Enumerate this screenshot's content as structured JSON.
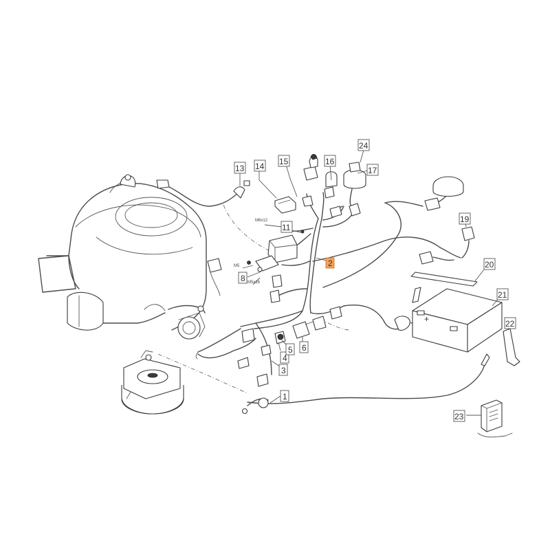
{
  "callouts": [
    {
      "id": "c1",
      "label": "1",
      "highlighted": false
    },
    {
      "id": "c2",
      "label": "2",
      "highlighted": true
    },
    {
      "id": "c3",
      "label": "3",
      "highlighted": false
    },
    {
      "id": "c4",
      "label": "4",
      "highlighted": false
    },
    {
      "id": "c5",
      "label": "5",
      "highlighted": false
    },
    {
      "id": "c6",
      "label": "6",
      "highlighted": false
    },
    {
      "id": "c8",
      "label": "8",
      "highlighted": false
    },
    {
      "id": "c11",
      "label": "11",
      "highlighted": false
    },
    {
      "id": "c13",
      "label": "13",
      "highlighted": false
    },
    {
      "id": "c14",
      "label": "14",
      "highlighted": false
    },
    {
      "id": "c15",
      "label": "15",
      "highlighted": false
    },
    {
      "id": "c16",
      "label": "16",
      "highlighted": false
    },
    {
      "id": "c17",
      "label": "17",
      "highlighted": false
    },
    {
      "id": "c19",
      "label": "19",
      "highlighted": false
    },
    {
      "id": "c20",
      "label": "20",
      "highlighted": false
    },
    {
      "id": "c21",
      "label": "21",
      "highlighted": false
    },
    {
      "id": "c22",
      "label": "22",
      "highlighted": false
    },
    {
      "id": "c23",
      "label": "23",
      "highlighted": false
    },
    {
      "id": "c24",
      "label": "24",
      "highlighted": false
    }
  ],
  "fastener_labels": {
    "m6x12": "M6x12",
    "m5": "M5",
    "m5x16": "M5x16"
  },
  "battery_terminal_plus": "+",
  "colors": {
    "highlight": "#f2a35a",
    "line": "#4a4a4a"
  }
}
